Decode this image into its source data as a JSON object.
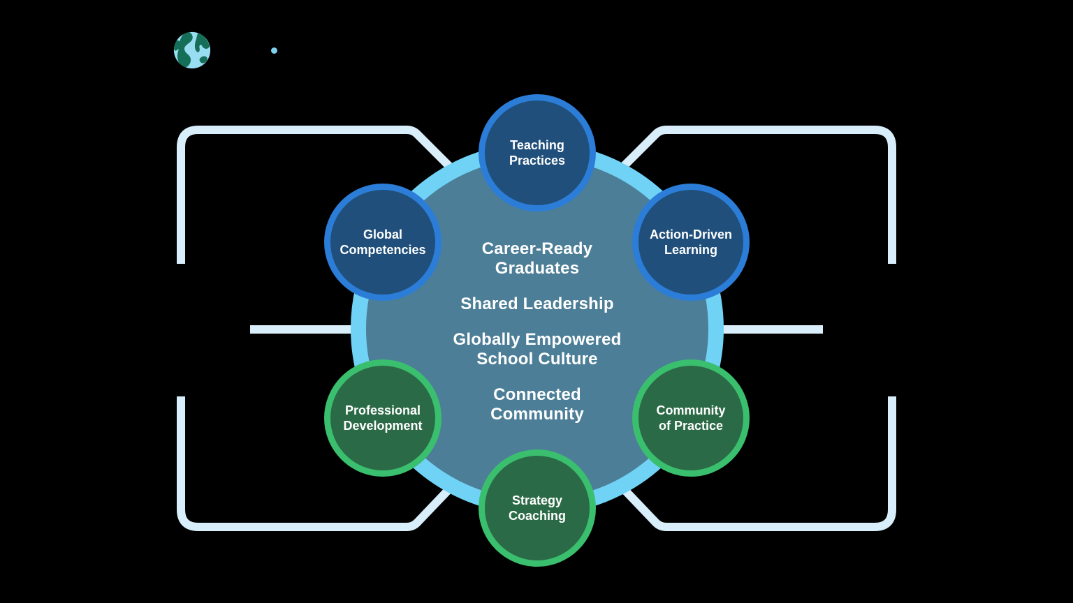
{
  "diagram": {
    "hub": {
      "items": [
        {
          "line1": "Career-Ready",
          "line2": "Graduates"
        },
        {
          "line1": "Shared Leadership",
          "line2": ""
        },
        {
          "line1": "Globally Empowered",
          "line2": "School Culture"
        },
        {
          "line1": "Connected",
          "line2": "Community"
        }
      ]
    },
    "satellites": [
      {
        "id": "teaching-practices",
        "line1": "Teaching",
        "line2": "Practices",
        "color_group": "blue"
      },
      {
        "id": "global-competencies",
        "line1": "Global",
        "line2": "Competencies",
        "color_group": "blue"
      },
      {
        "id": "action-driven-learning",
        "line1": "Action-Driven",
        "line2": "Learning",
        "color_group": "blue"
      },
      {
        "id": "professional-development",
        "line1": "Professional",
        "line2": "Development",
        "color_group": "green"
      },
      {
        "id": "community-of-practice",
        "line1": "Community",
        "line2": "of Practice",
        "color_group": "green"
      },
      {
        "id": "strategy-coaching",
        "line1": "Strategy",
        "line2": "Coaching",
        "color_group": "green"
      }
    ],
    "icons": {
      "logo": "globe-icon",
      "logo_dot": "dot-icon"
    },
    "colors": {
      "background": "#000000",
      "hub_fill": "#4c7e97",
      "hub_ring": "#70d2f5",
      "blue_node_fill": "#1f4f7a",
      "blue_node_ring": "#2b7dd8",
      "green_node_fill": "#2b6a46",
      "green_node_ring": "#3abf6e",
      "connector_line": "#d9eefb",
      "text": "#ffffff",
      "logo_ocean": "#98ddf2",
      "logo_land": "#156e57",
      "logo_dot": "#7fd0ef"
    }
  }
}
